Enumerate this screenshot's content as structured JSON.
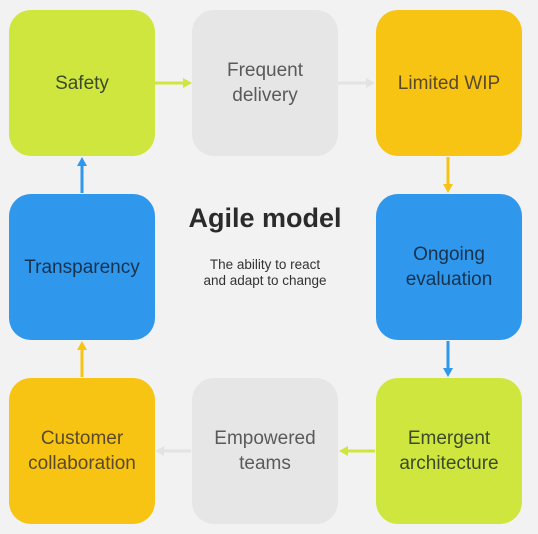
{
  "diagram": {
    "title": "Agile model",
    "subtitle": "The ability to react\nand adapt to change",
    "nodes": [
      {
        "id": "b1",
        "label": "Safety",
        "color": "green"
      },
      {
        "id": "b2",
        "label": "Frequent\ndelivery",
        "color": "grey"
      },
      {
        "id": "b3",
        "label": "Limited WIP",
        "color": "yellow"
      },
      {
        "id": "b4",
        "label": "Ongoing\nevaluation",
        "color": "blue"
      },
      {
        "id": "b5",
        "label": "Emergent\narchitecture",
        "color": "green"
      },
      {
        "id": "b6",
        "label": "Empowered\nteams",
        "color": "grey"
      },
      {
        "id": "b7",
        "label": "Customer\ncollaboration",
        "color": "yellow"
      },
      {
        "id": "b8",
        "label": "Transparency",
        "color": "blue"
      }
    ],
    "flow": [
      "Safety",
      "Frequent delivery",
      "Limited WIP",
      "Ongoing evaluation",
      "Emergent architecture",
      "Empowered teams",
      "Customer collaboration",
      "Transparency",
      "Safety"
    ],
    "colors": {
      "green": "#cfe63f",
      "grey": "#e6e6e6",
      "yellow": "#f8c413",
      "blue": "#2f98ec"
    }
  }
}
